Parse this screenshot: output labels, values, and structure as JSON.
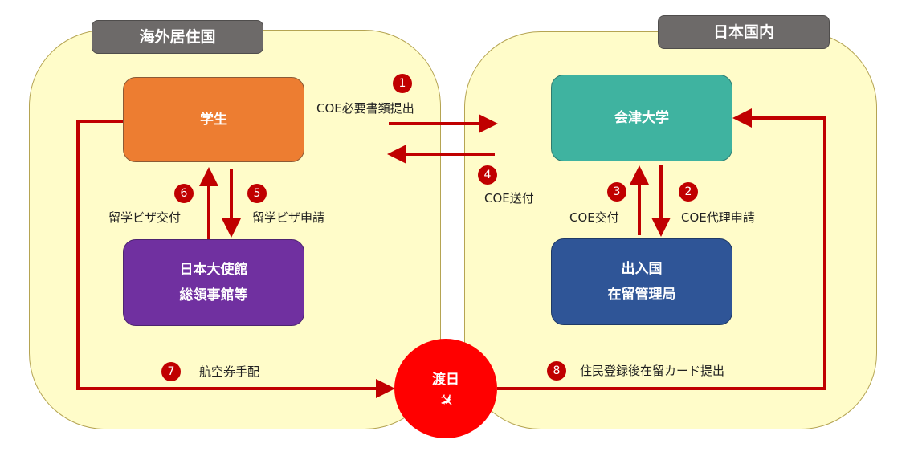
{
  "regions": {
    "overseas": {
      "label": "海外居住国"
    },
    "japan": {
      "label": "日本国内"
    }
  },
  "nodes": {
    "student": {
      "lines": [
        "学生"
      ]
    },
    "embassy": {
      "lines": [
        "日本大使館",
        "総領事館等"
      ]
    },
    "university": {
      "lines": [
        "会津大学"
      ]
    },
    "immigration": {
      "lines": [
        "出入国",
        "在留管理局"
      ]
    },
    "arrival": {
      "label": "渡日",
      "icon": "airplane-icon"
    }
  },
  "steps": [
    {
      "number": "1",
      "label": "COE必要書類提出"
    },
    {
      "number": "2",
      "label": "COE代理申請"
    },
    {
      "number": "3",
      "label": "COE交付"
    },
    {
      "number": "4",
      "label": "COE送付"
    },
    {
      "number": "5",
      "label": "留学ビザ申請"
    },
    {
      "number": "6",
      "label": "留学ビザ交付"
    },
    {
      "number": "7",
      "label": "航空券手配"
    },
    {
      "number": "8",
      "label": "住民登録後在留カード提出"
    }
  ],
  "colors": {
    "arrow": "#c00000",
    "region_fill": "#fffcc9",
    "student": "#ed7d31",
    "embassy": "#7030a0",
    "university": "#3fb3a0",
    "immigration": "#2f5597",
    "arrival": "#ff0000"
  }
}
